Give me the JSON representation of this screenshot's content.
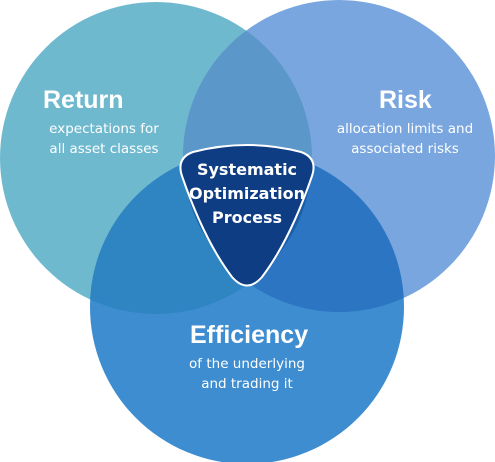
{
  "circles": [
    {
      "key": "return",
      "title": "Return",
      "lines": [
        "expectations for",
        "all asset classes"
      ],
      "color": "#6fb9cf"
    },
    {
      "key": "risk",
      "title": "Risk",
      "lines": [
        "allocation limits and",
        "associated risks"
      ],
      "color": "#79a6de"
    },
    {
      "key": "efficiency",
      "title": "Efficiency",
      "lines": [
        "of the underlying",
        "and trading it"
      ],
      "color": "#3e8dd0"
    }
  ],
  "center": {
    "lines": [
      "Systematic",
      "Optimization",
      "Process"
    ],
    "fill": "#0f3d84",
    "border": "#ffffff"
  },
  "overlap_colors": {
    "return_risk": "#5b98c9",
    "return_efficiency": "#2f85c1",
    "risk_efficiency": "#2b75c2",
    "all_three": "#1a5ea8"
  }
}
